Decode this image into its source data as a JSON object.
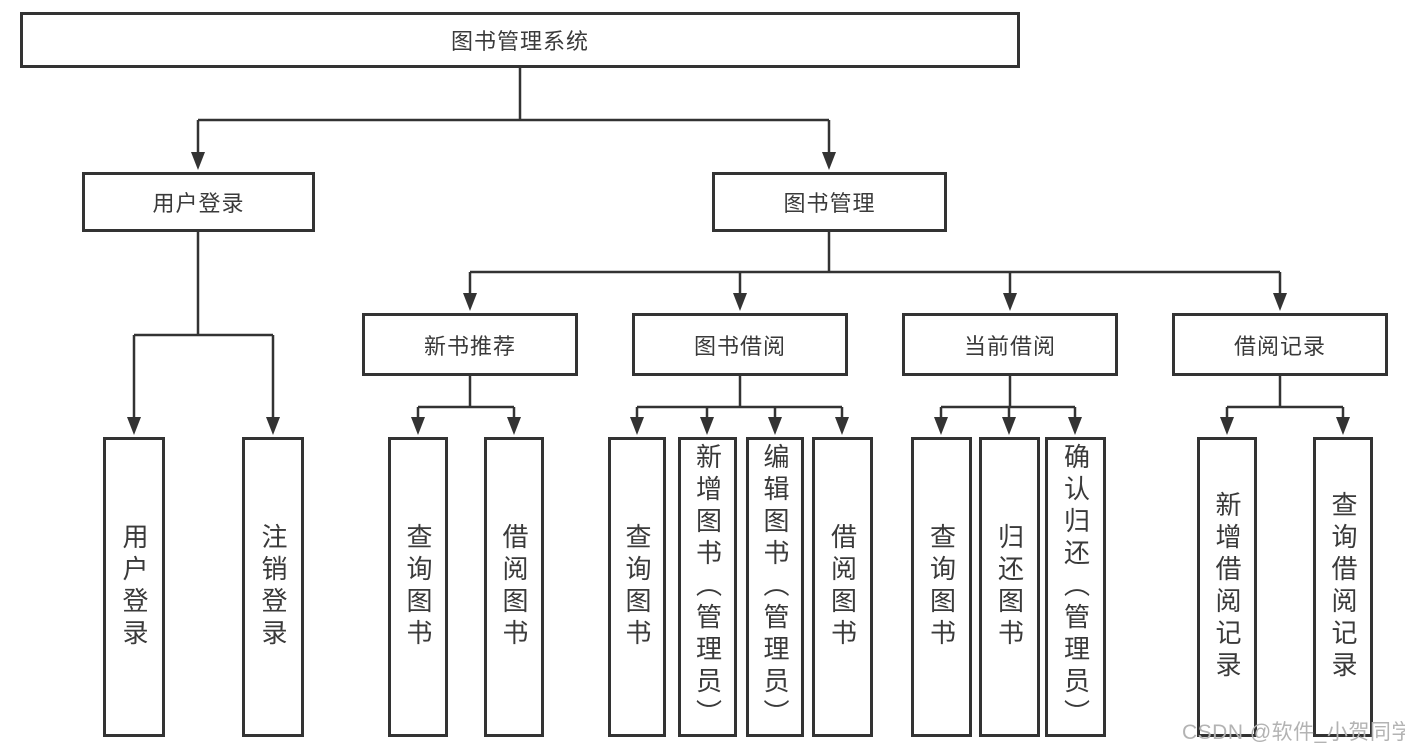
{
  "diagram": {
    "title": "图书管理系统",
    "line_color": "#333333",
    "tree": {
      "root": "图书管理系统",
      "children": [
        {
          "label": "用户登录",
          "children": [
            "用户登录",
            "注销登录"
          ]
        },
        {
          "label": "图书管理",
          "children": [
            {
              "label": "新书推荐",
              "children": [
                "查询图书",
                "借阅图书"
              ]
            },
            {
              "label": "图书借阅",
              "children": [
                "查询图书",
                "新增图书（管理员）",
                "编辑图书（管理员）",
                "借阅图书"
              ]
            },
            {
              "label": "当前借阅",
              "children": [
                "查询图书",
                "归还图书",
                "确认归还（管理员）"
              ]
            },
            {
              "label": "借阅记录",
              "children": [
                "新增借阅记录",
                "查询借阅记录"
              ]
            }
          ]
        }
      ]
    }
  },
  "watermark": {
    "text": "CSDN @软件_小贺同学",
    "color": "#b3b3b3"
  }
}
